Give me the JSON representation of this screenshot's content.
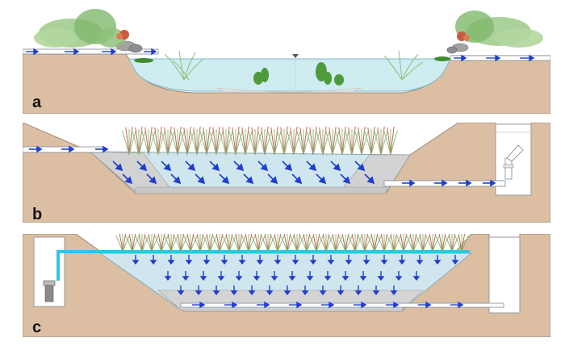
{
  "panels": [
    {
      "id": "a",
      "label": "a",
      "type": "free-water-surface pond"
    },
    {
      "id": "b",
      "label": "b",
      "type": "horizontal subsurface flow bed"
    },
    {
      "id": "c",
      "label": "c",
      "type": "vertical flow bed"
    }
  ],
  "colors": {
    "soil": "#dcbfa3",
    "soil_line": "#9a8a7a",
    "water": "#cfecf0",
    "water_deep": "#bfe4ea",
    "gravel": "#d8d8d8",
    "pipe": "#ffffff",
    "pipe_stroke": "#7a8a96",
    "flow_arrow": "#1f3fcc",
    "feed_pipe": "#33c3e8",
    "plant_green": "#4f9a3a",
    "plant_red": "#b7463c",
    "rock": "#9e9e9e"
  },
  "icons": [
    "flow-arrow",
    "reed-plant",
    "shrub",
    "rock",
    "inlet-pipe",
    "outlet-pipe",
    "pump",
    "control-chamber"
  ]
}
